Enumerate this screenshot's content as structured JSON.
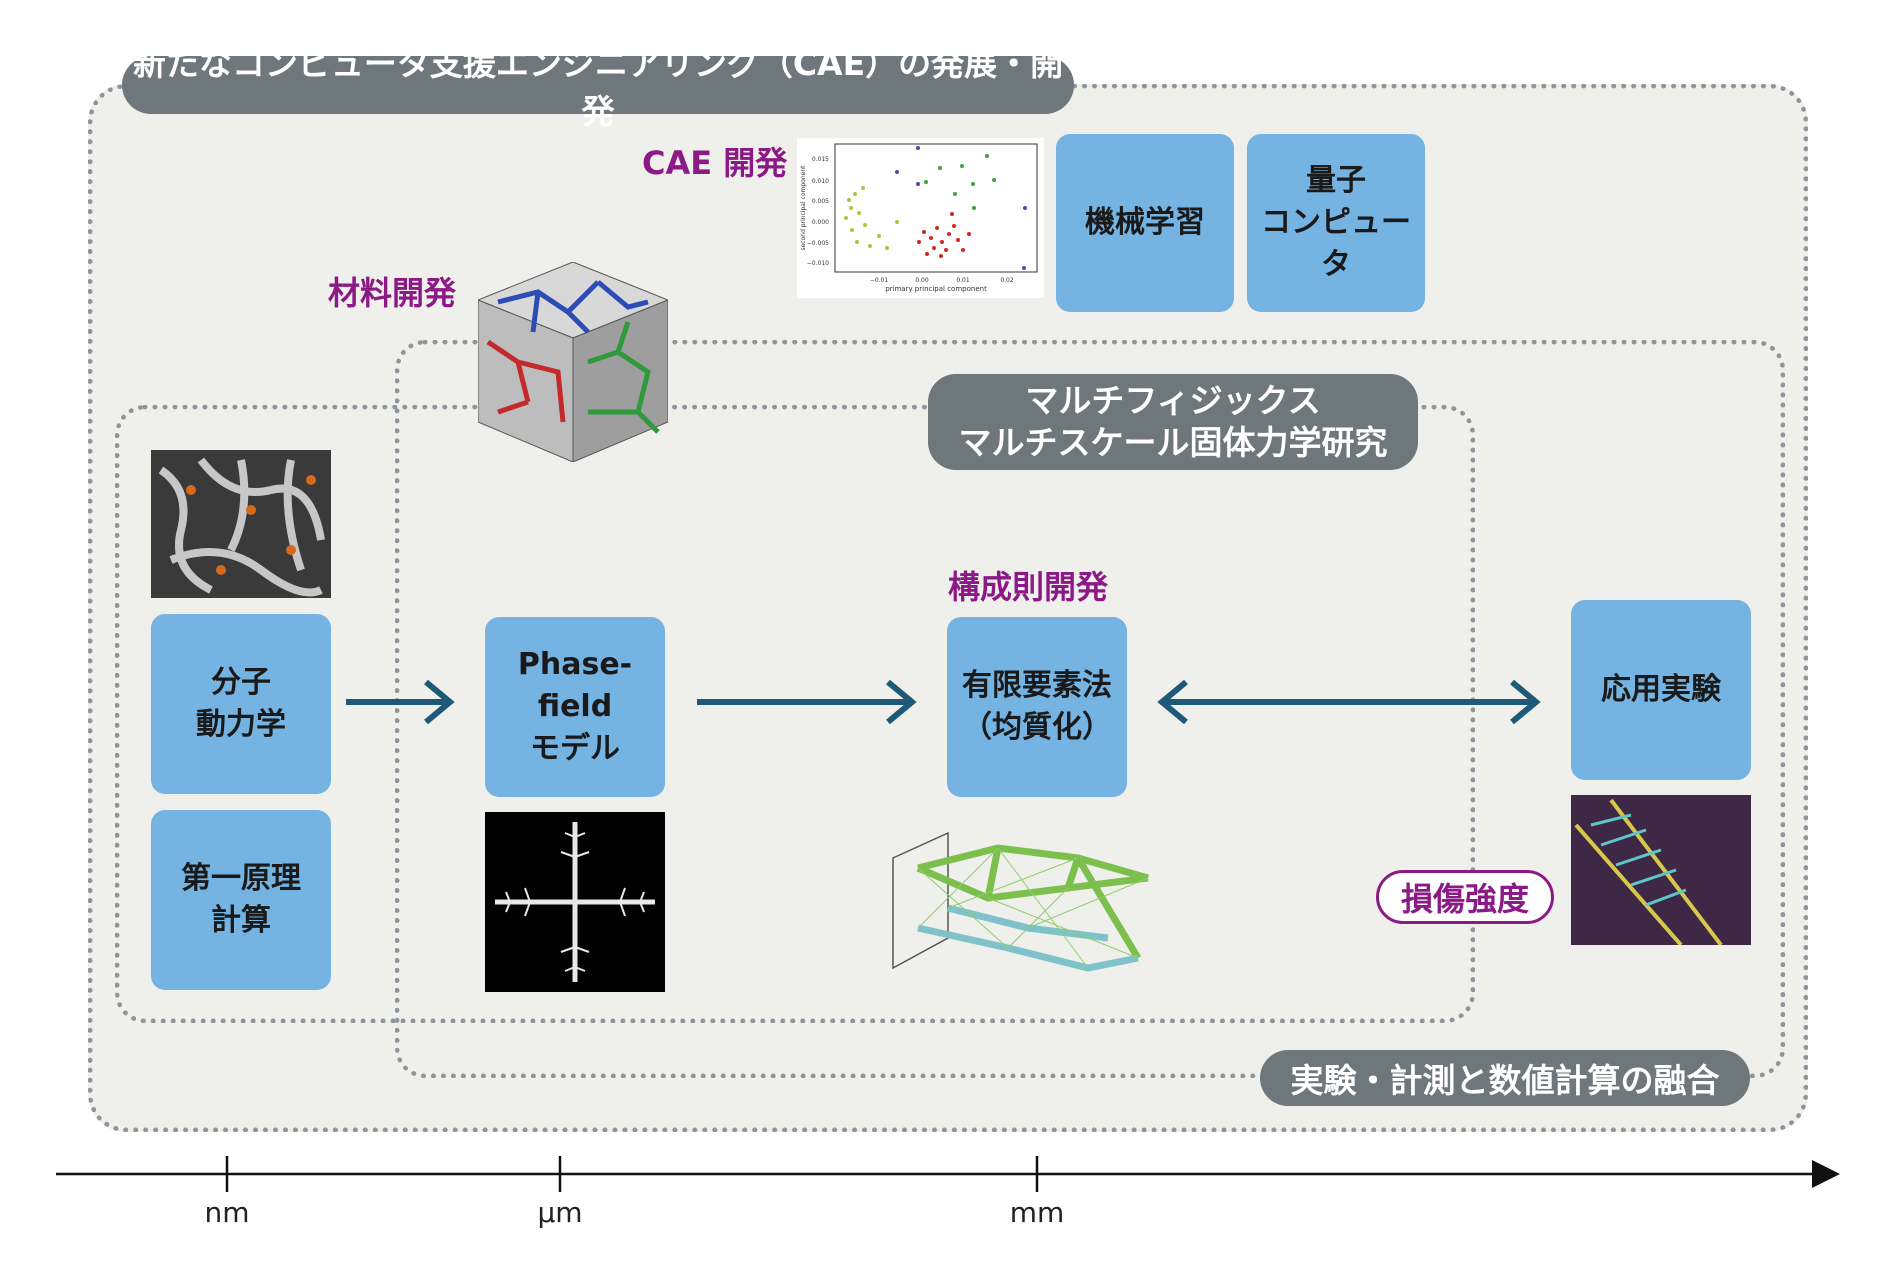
{
  "title": "新たなコンピュータ支援エンジニアリング（CAE）の発展・開発",
  "multiphysics_label": [
    "マルチフィジックス",
    "マルチスケール固体力学研究"
  ],
  "fusion_label": "実験・計測と数値計算の融合",
  "purple_labels": {
    "cae": "CAE 開発",
    "material": "材料開発",
    "constitutive": "構成則開発",
    "damage": "損傷強度"
  },
  "boxes": {
    "ml": [
      "機械学習"
    ],
    "quantum": [
      "量子",
      "コンピュータ"
    ],
    "md": [
      "分子",
      "動力学"
    ],
    "first_principles": [
      "第一原理",
      "計算"
    ],
    "phase_field": [
      "Phase-field",
      "モデル"
    ],
    "fem": [
      "有限要素法",
      "（均質化）"
    ],
    "experiment": [
      "応用実験"
    ]
  },
  "scatter_plot": {
    "xlabel": "primary principal component",
    "ylabel": "second principal component",
    "xticks": [
      "−0.01",
      "0.00",
      "0.01",
      "0.02"
    ],
    "yticks": [
      "0.015",
      "0.010",
      "0.005",
      "0.000",
      "−0.005",
      "−0.010"
    ]
  },
  "axis": {
    "ticks": [
      "nm",
      "μm",
      "mm"
    ]
  },
  "colors": {
    "box_blue": "#74b3e2",
    "pill_gray": "#6d777c",
    "purple": "#8c1a86",
    "arrow": "#1e5a78"
  }
}
